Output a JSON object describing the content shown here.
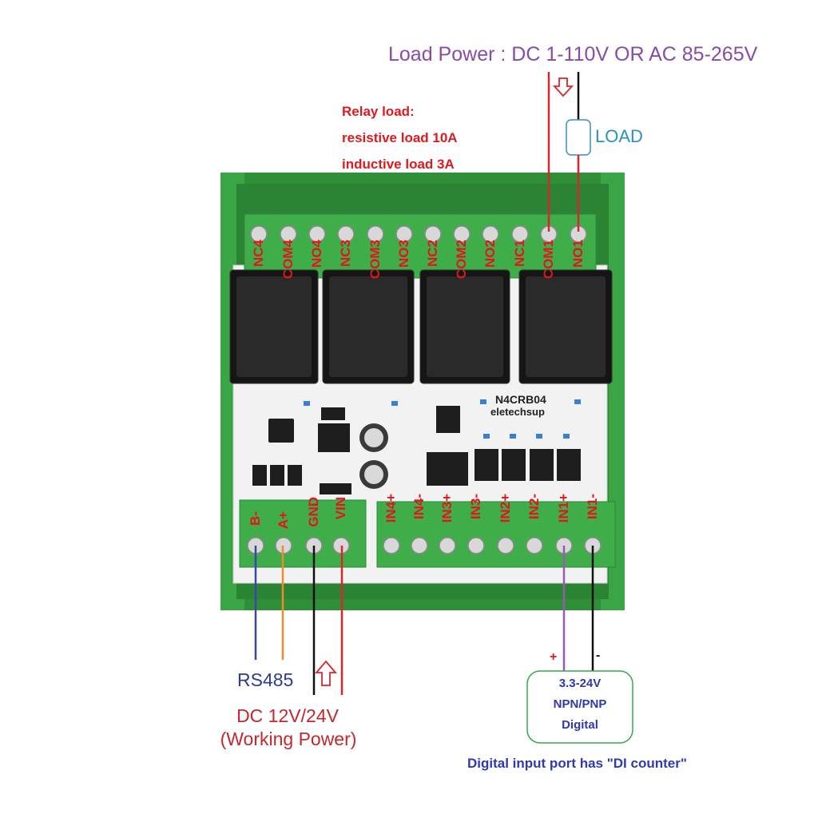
{
  "load_power_label": "Load Power : DC 1-110V OR AC 85-265V",
  "relay_note": [
    "Relay load:",
    "resistive load 10A",
    "inductive load 3A"
  ],
  "load_label": "LOAD",
  "relay_terminals": [
    "NC4",
    "COM4",
    "NO4",
    "NC3",
    "COM3",
    "NO3",
    "NC2",
    "COM2",
    "NO2",
    "NC1",
    "COM1",
    "NO1"
  ],
  "power_terminals": [
    "B-",
    "A+",
    "GND",
    "VIN"
  ],
  "input_terminals": [
    "IN4+",
    "IN4-",
    "IN3+",
    "IN3-",
    "IN2+",
    "IN2-",
    "IN1+",
    "IN1-"
  ],
  "board_model": "N4CRB04",
  "board_brand": "eletechsup",
  "rs485_label": "RS485",
  "working_power_label": [
    "DC 12V/24V",
    "(Working Power)"
  ],
  "input_signal_box": [
    "3.3-24V",
    "NPN/PNP",
    "Digital"
  ],
  "plus_sign": "+",
  "minus_sign": "-",
  "di_note": "Digital input port has \"DI counter\"",
  "colors": {
    "board_green": "#2f9a3a",
    "terminal_green": "#3fae4a",
    "pcb_white": "#f4f4f4",
    "wire_red": "#d9262b",
    "wire_black": "#111111",
    "wire_blue": "#3a47a8",
    "wire_orange": "#f08a2a",
    "wire_purple": "#9a5ab0"
  }
}
